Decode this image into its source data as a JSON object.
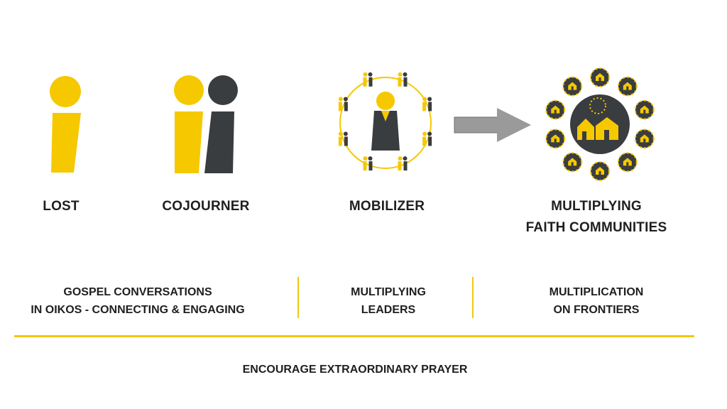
{
  "stages": [
    {
      "id": "lost",
      "label": "LOST"
    },
    {
      "id": "cojourner",
      "label": "COJOURNER"
    },
    {
      "id": "mobilizer",
      "label": "MOBILIZER"
    },
    {
      "id": "multiplying",
      "label": "MULTIPLYING\nFAITH COMMUNITIES"
    }
  ],
  "phases": [
    {
      "label": "GOSPEL CONVERSATIONS\nIN OIKOS - CONNECTING & ENGAGING"
    },
    {
      "label": "MULTIPLYING\nLEADERS"
    },
    {
      "label": "MULTIPLICATION\nON FRONTIERS"
    }
  ],
  "footer": {
    "label": "ENCOURAGE EXTRAORDINARY PRAYER"
  },
  "colors": {
    "yellow": "#f6c800",
    "dark": "#3a3d3f",
    "arrow": "#9a9a9a",
    "line": "#f3c80e"
  }
}
